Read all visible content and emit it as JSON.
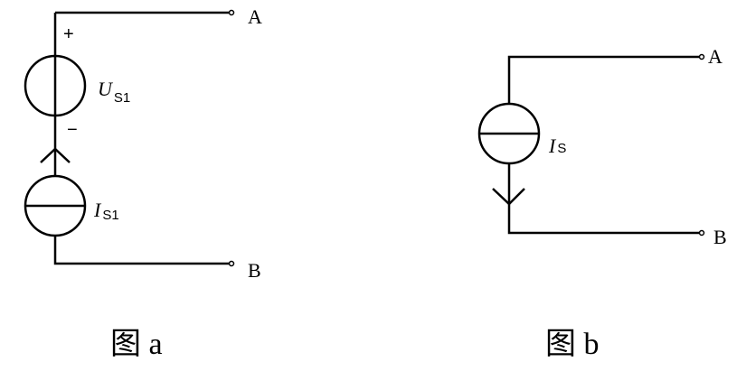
{
  "figure_a": {
    "caption": "图 a",
    "terminal_top": "A",
    "terminal_bottom": "B",
    "plus_sign": "+",
    "minus_sign": "−",
    "voltage_source": {
      "symbol": "U",
      "subscript": "S1"
    },
    "current_source": {
      "symbol": "I",
      "subscript": "S1",
      "arrow_direction": "up"
    }
  },
  "figure_b": {
    "caption": "图 b",
    "terminal_top": "A",
    "terminal_bottom": "B",
    "current_source": {
      "symbol": "I",
      "subscript": "S",
      "arrow_direction": "down"
    }
  }
}
